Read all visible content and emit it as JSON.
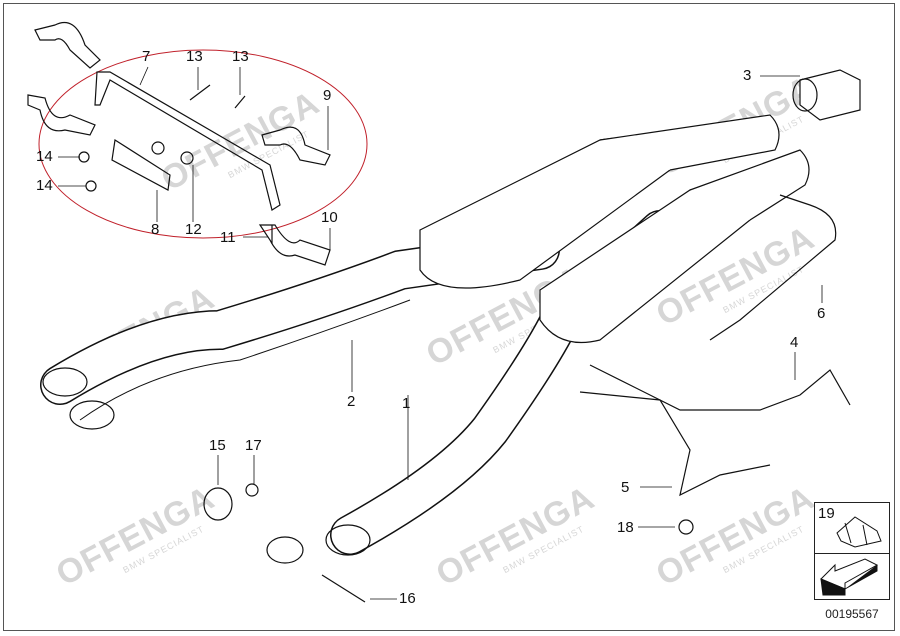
{
  "diagram": {
    "title_code": "00195567",
    "watermark": {
      "brand": "OFFENGA",
      "tagline": "BMW SPECIALIST"
    },
    "callouts": {
      "c7": "7",
      "c13a": "13",
      "c13b": "13",
      "c9": "9",
      "c3": "3",
      "c14a": "14",
      "c14b": "14",
      "c8": "8",
      "c12": "12",
      "c10": "10",
      "c11": "11",
      "c6": "6",
      "c4": "4",
      "c2": "2",
      "c1": "1",
      "c15": "15",
      "c17": "17",
      "c5": "5",
      "c18": "18",
      "c16": "16",
      "c19": "19"
    },
    "highlight_color": "#c0202a"
  }
}
